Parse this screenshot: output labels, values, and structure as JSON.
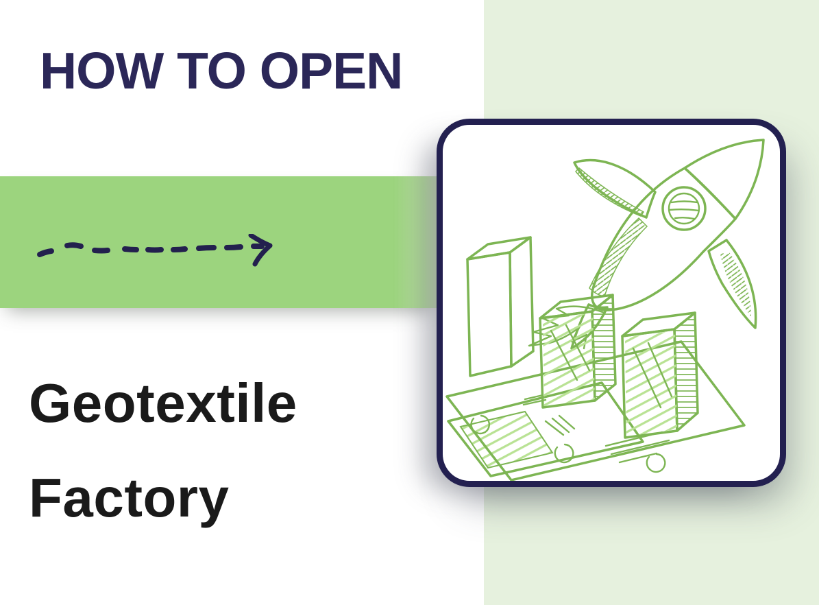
{
  "header": {
    "title": "HOW TO OPEN",
    "color": "#2b2758"
  },
  "subtitle": {
    "line1": "Geotextile",
    "line2": "Factory",
    "color": "#1a1a1a"
  },
  "band": {
    "color": "#9cd47e",
    "arrow_icon": "dashed-arrow-icon",
    "arrow_color": "#23204e"
  },
  "panel": {
    "color": "#e6f1de"
  },
  "card": {
    "background": "#ffffff",
    "border_color": "#232050",
    "illustration_icons": [
      "rocket-icon",
      "growth-bars-icon",
      "banknotes-icon"
    ],
    "sketch_stroke_color": "#7db553",
    "sketch_fill_color": "#b9e294"
  }
}
